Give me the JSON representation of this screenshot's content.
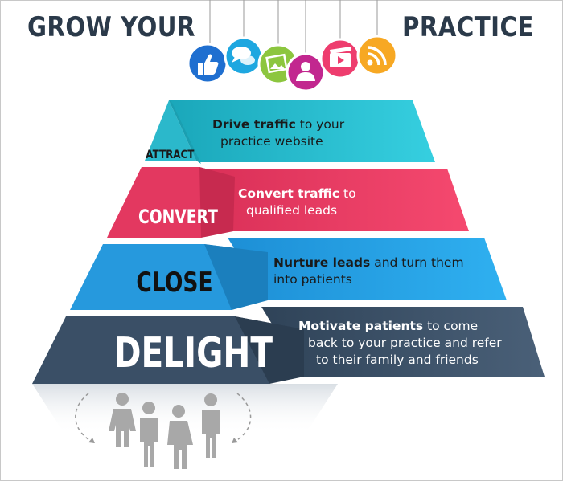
{
  "title": {
    "left": "GROW YOUR",
    "right": "PRACTICE"
  },
  "stages": [
    {
      "label": "ATTRACT",
      "bold": "Drive traffic",
      "rest1": " to your",
      "line2": "practice website",
      "line3": ""
    },
    {
      "label": "CONVERT",
      "bold": "Convert traffic",
      "rest1": " to",
      "line2": "qualified leads",
      "line3": ""
    },
    {
      "label": "CLOSE",
      "bold": "Nurture leads",
      "rest1": " and turn them",
      "line2": "into patients",
      "line3": ""
    },
    {
      "label": "DELIGHT",
      "bold": "Motivate patients",
      "rest1": " to come",
      "line2": "back to your practice and refer",
      "line3": "to their family and friends"
    }
  ],
  "social_icons": [
    {
      "name": "like-icon",
      "color": "#1f6fd0"
    },
    {
      "name": "chat-icon",
      "color": "#1ea7e0"
    },
    {
      "name": "photo-icon",
      "color": "#8cc63f"
    },
    {
      "name": "user-icon",
      "color": "#c2278f"
    },
    {
      "name": "video-icon",
      "color": "#ee3d6e"
    },
    {
      "name": "rss-icon",
      "color": "#f7a823"
    }
  ],
  "colors": {
    "attract": "#2ec4d6",
    "convert": "#f0416b",
    "close": "#2aa3e6",
    "delight": "#3d536b",
    "heading": "#2b3a4a",
    "people": "#a8a8a8"
  }
}
